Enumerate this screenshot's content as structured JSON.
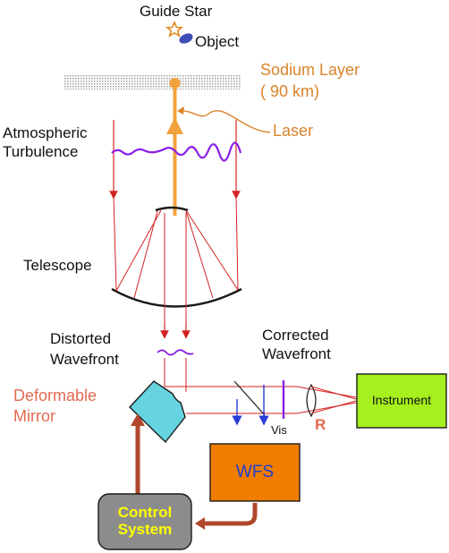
{
  "labels": {
    "guide_star": "Guide Star",
    "object": "Object",
    "sodium_layer_1": "Sodium Layer",
    "sodium_layer_2": "( 90 km)",
    "laser": "Laser",
    "atmo_1": "Atmospheric",
    "atmo_2": "Turbulence",
    "telescope": "Telescope",
    "distorted_1": "Distorted",
    "distorted_2": "Wavefront",
    "corrected_1": "Corrected",
    "corrected_2": "Wavefront",
    "deformable_1": "Deformable",
    "deformable_2": "Mirror",
    "instrument": "Instrument",
    "vis": "Vis",
    "r": "R",
    "wfs": "WFS",
    "control_1": "Control",
    "control_2": "System"
  },
  "colors": {
    "laser": "#f2a23c",
    "beam": "#d42222",
    "turbulence": "#8a1ee6",
    "wfs_box": "#f07d00",
    "instrument_box": "#a6f01e",
    "control_box": "#8c8c8c",
    "control_text": "#ffff00",
    "mirror": "#66d4e0",
    "feedback_arrow": "#b0462a",
    "wfs_arrows": "#2a3cd8"
  }
}
